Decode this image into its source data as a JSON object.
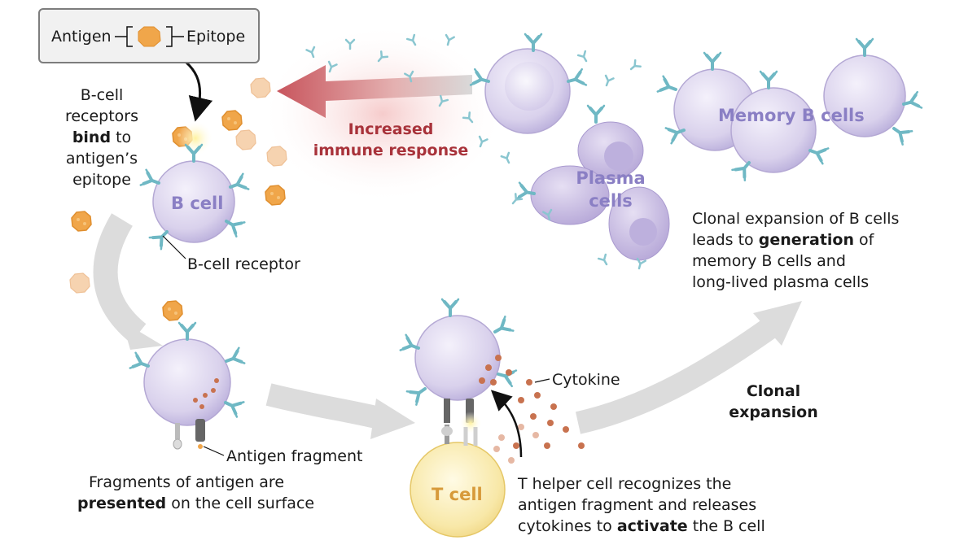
{
  "legend": {
    "antigen": "Antigen",
    "epitope": "Epitope"
  },
  "labels": {
    "bcr_bind": [
      "B-cell",
      "receptors",
      "bind",
      " to",
      "antigen’s",
      "epitope"
    ],
    "b_cell": "B cell",
    "bcell_receptor": "B-cell receptor",
    "increased_response": [
      "Increased",
      "immune response"
    ],
    "plasma_cells": [
      "Plasma",
      "cells"
    ],
    "memory_b_cells": "Memory B cells",
    "clonal_text": [
      "Clonal expansion of B cells",
      "leads to ",
      "generation",
      " of",
      "memory B cells and",
      "long-lived plasma cells"
    ],
    "antigen_fragment": "Antigen fragment",
    "fragments_text": [
      "Fragments of antigen are",
      "presented",
      " on the cell surface"
    ],
    "cytokine": "Cytokine",
    "clonal_expansion": [
      "Clonal",
      "expansion"
    ],
    "t_cell": "T cell",
    "t_helper_text": [
      "T helper cell recognizes the",
      "antigen fragment and releases",
      "cytokines to ",
      "activate",
      " the B cell"
    ]
  },
  "colors": {
    "cell_fill": "#d9d1ec",
    "cell_stroke": "#b4a8d4",
    "cell_label": "#8a7fc4",
    "receptor": "#6fb8c4",
    "antigen": "#f0a64a",
    "cytokine": "#c8724f",
    "tcell_fill": "#f7e7a0",
    "tcell_label": "#d79a3a",
    "arrow_gray": "#d4d4d4",
    "response_red": "#a8323a"
  }
}
